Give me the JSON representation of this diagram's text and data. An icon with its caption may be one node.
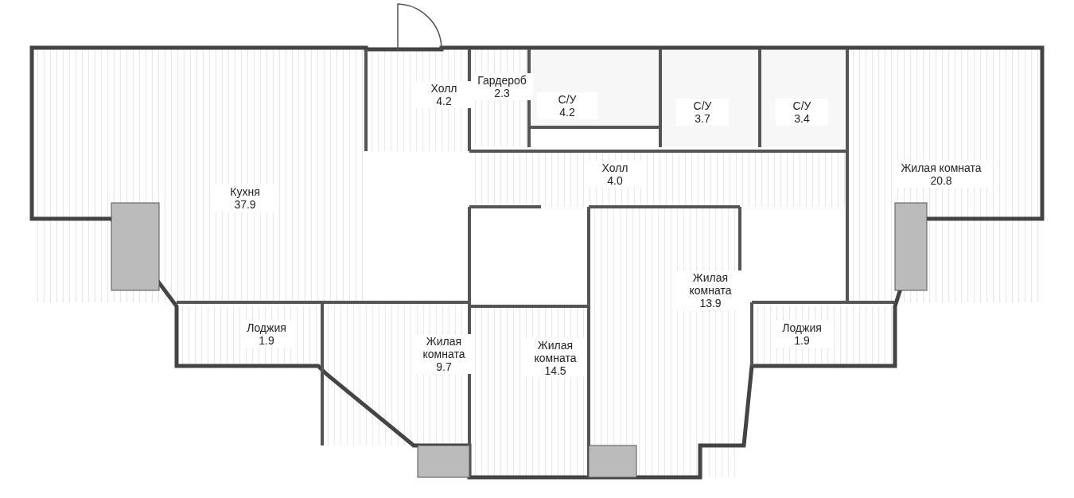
{
  "diagram": {
    "nodes": [
      {
        "text": [
          "Холл",
          "4.2"
        ]
      },
      {
        "text": [
          "Гардероб",
          "2.3"
        ]
      },
      {
        "text": [
          "С/У",
          "4.2"
        ]
      },
      {
        "text": [
          "С/У",
          "3.7"
        ]
      },
      {
        "text": [
          "С/У",
          "3.4"
        ]
      },
      {
        "text": [
          "Кухня",
          "37.9"
        ]
      },
      {
        "text": [
          "Холл",
          "4.0"
        ]
      },
      {
        "text": [
          "Жилая комната",
          "20.8"
        ]
      },
      {
        "text": [
          "Лоджия",
          "1.9"
        ]
      },
      {
        "text": [
          "Жилая комната",
          "9.7"
        ]
      },
      {
        "text": [
          "Жилая комната",
          "14.5"
        ]
      },
      {
        "text": [
          "Жилая комната",
          "13.9"
        ]
      },
      {
        "text": [
          "Лоджия",
          "1.9"
        ]
      }
    ]
  }
}
